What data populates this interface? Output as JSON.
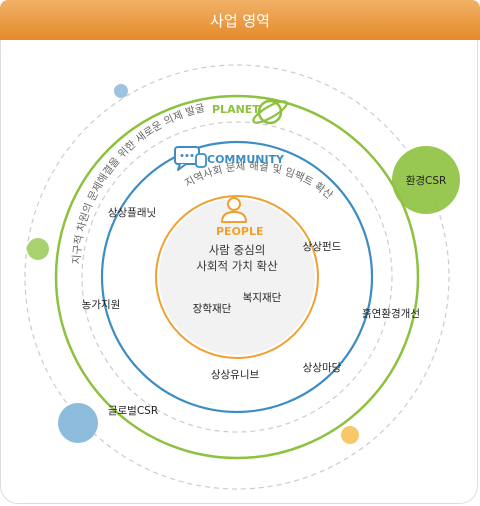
{
  "header": {
    "title": "사업 영역"
  },
  "rings": {
    "planet": {
      "label": "PLANET",
      "caption": "지구적 차원의 문제해결을 위한 새로운 의제 발굴",
      "color": "#8dc13f"
    },
    "community": {
      "label": "COMMUNITY",
      "caption": "지역사회 문제 해결 및 임팩트 확산",
      "color": "#3c8dc4"
    },
    "people": {
      "label": "PEOPLE",
      "color": "#f0a030"
    }
  },
  "center": {
    "line1": "사람 중심의",
    "line2": "사회적 가치 확산"
  },
  "programs": {
    "scholarship": "장학재단",
    "welfare": "복지재단",
    "sangsang_planet": "상상플래닛",
    "sangsang_fund": "상상펀드",
    "farm_support": "농가지원",
    "soil_environment": "흙연환경개선",
    "sangsang_madang": "상상마당",
    "sangsang_univ": "상상유니브",
    "env_csr": "환경CSR",
    "global_csr": "글로벌CSR"
  }
}
